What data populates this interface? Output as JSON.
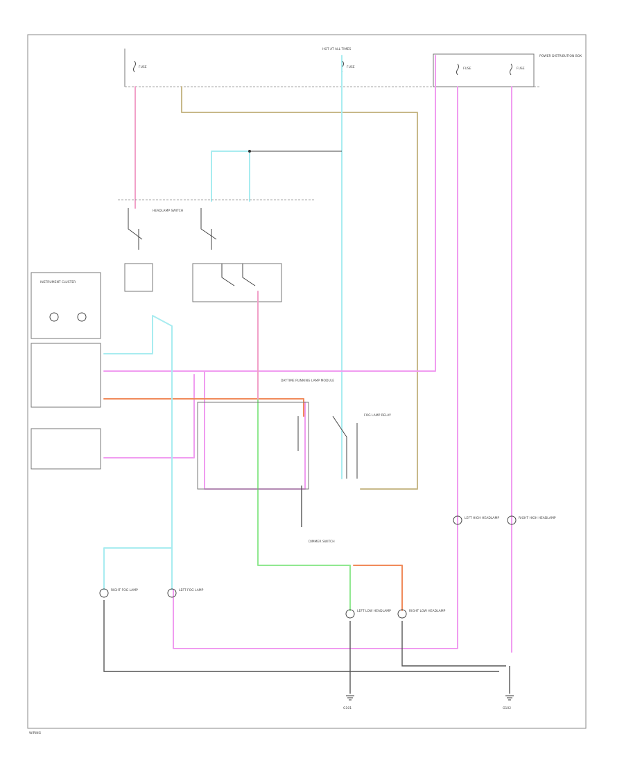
{
  "diagram": {
    "colors": {
      "pink": "#f1a0c8",
      "light_blue": "#a8ecf0",
      "tan": "#c8b98a",
      "magenta": "#f09cf0",
      "orange": "#f08a5a",
      "light_green": "#90e890",
      "ground": "#555555"
    },
    "labels": {
      "hot_at_all_times": "HOT AT ALL TIMES",
      "fuse_left": "FUSE",
      "fuse_center": "FUSE",
      "fuse_right_1": "FUSE",
      "fuse_right_2": "FUSE",
      "fuse_box_title": "POWER DISTRIBUTION BOX",
      "headlamp_switch": "HEADLAMP SWITCH",
      "daytime_module": "DAYTIME RUNNING LAMP MODULE",
      "instrument_cluster": "INSTRUMENT CLUSTER",
      "right_fog": "RIGHT FOG LAMP",
      "left_fog": "LEFT FOG LAMP",
      "left_headlamp": "LEFT HIGH HEADLAMP",
      "right_headlamp": "RIGHT HIGH HEADLAMP",
      "left_low": "LEFT LOW HEADLAMP",
      "right_low": "RIGHT LOW HEADLAMP",
      "fog_relay": "FOG LAMP RELAY",
      "dimmer_switch": "DIMMER SWITCH",
      "ground_left": "G101",
      "ground_right": "G102",
      "footer": "WIRING"
    }
  }
}
